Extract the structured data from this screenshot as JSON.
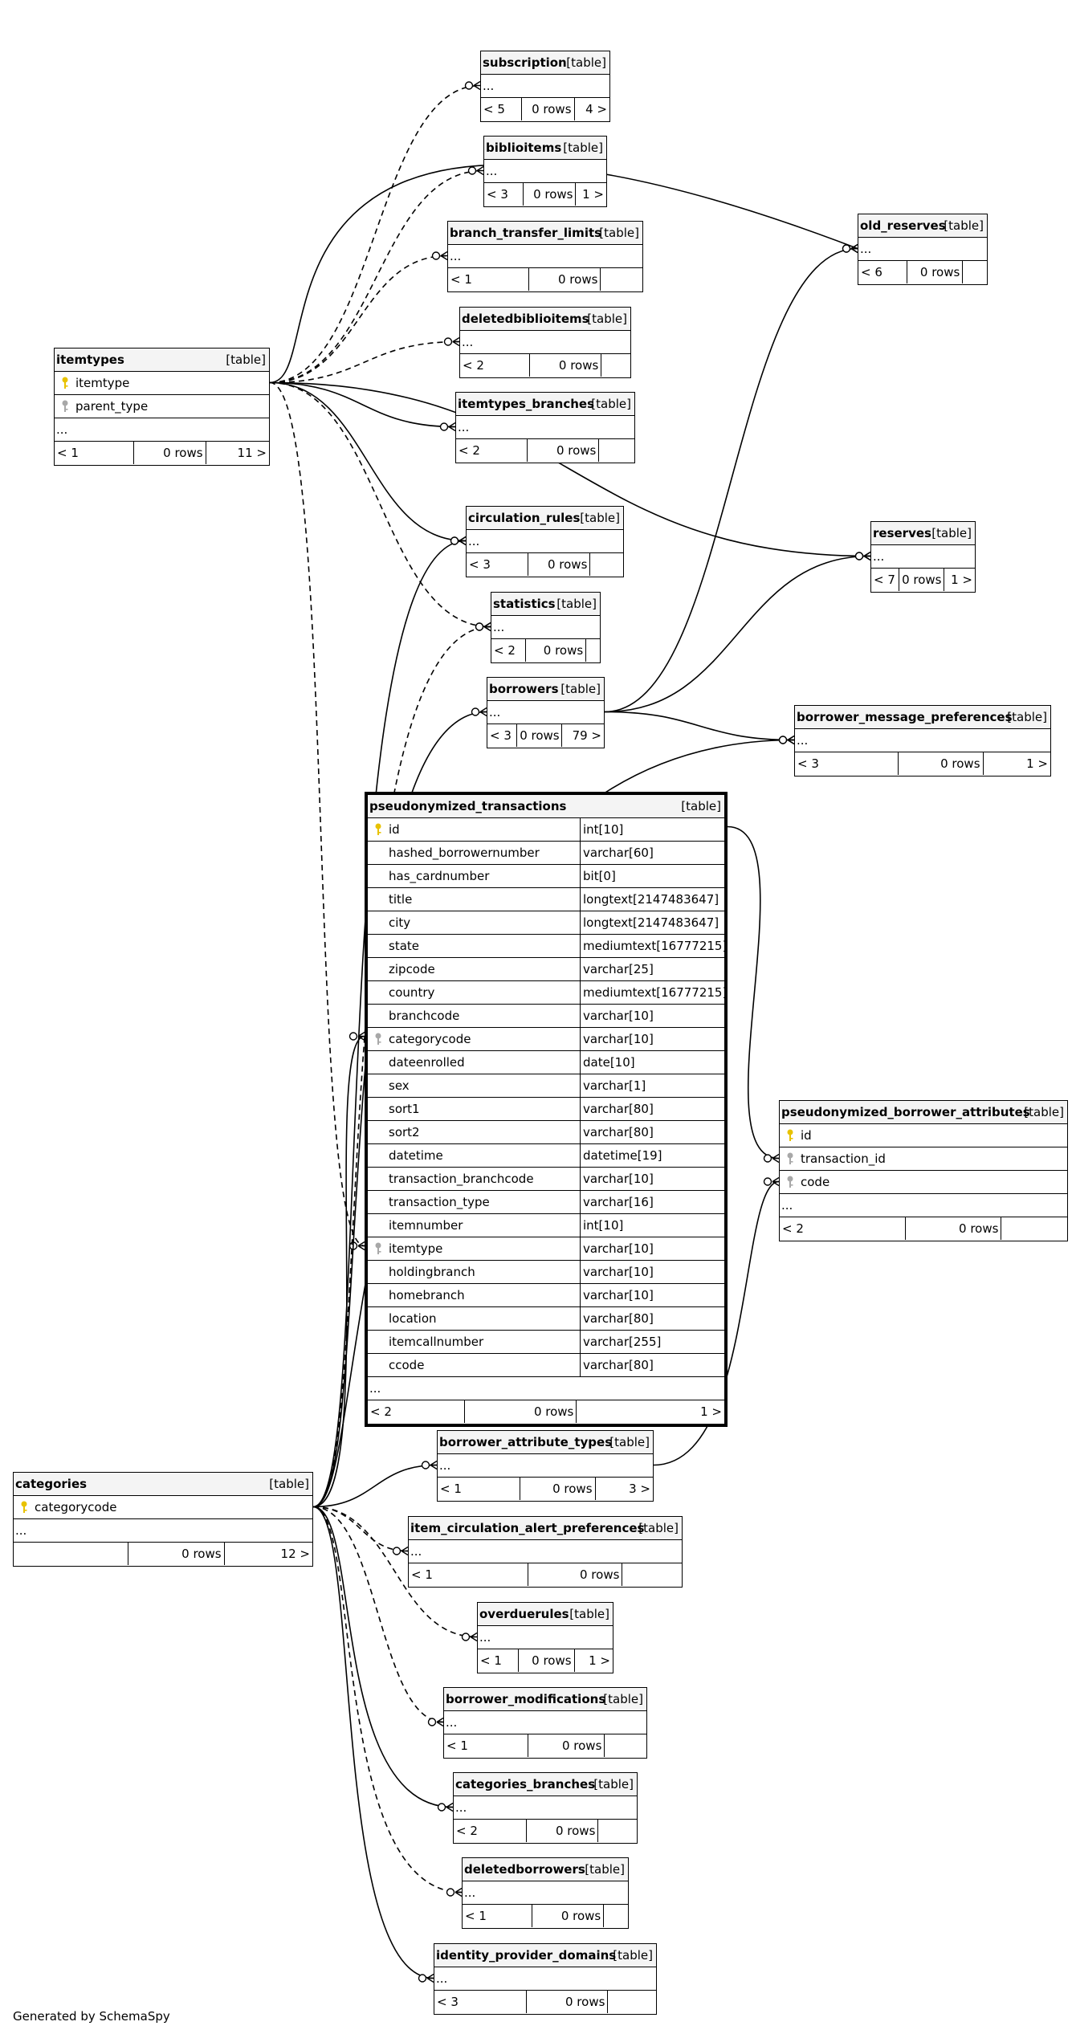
{
  "footer": "Generated by SchemaSpy",
  "table_type_label": "[table]",
  "more_label": "...",
  "tables": [
    {
      "id": "subscription",
      "name": "subscription",
      "stats": [
        "< 5",
        "0 rows",
        "4 >"
      ]
    },
    {
      "id": "biblioitems",
      "name": "biblioitems",
      "stats": [
        "< 3",
        "0 rows",
        "1 >"
      ]
    },
    {
      "id": "branch_transfer_limits",
      "name": "branch_transfer_limits",
      "stats": [
        "< 1",
        "0 rows",
        ""
      ]
    },
    {
      "id": "deletedbiblioitems",
      "name": "deletedbiblioitems",
      "stats": [
        "< 2",
        "0 rows",
        ""
      ]
    },
    {
      "id": "itemtypes_branches",
      "name": "itemtypes_branches",
      "stats": [
        "< 2",
        "0 rows",
        ""
      ]
    },
    {
      "id": "old_reserves",
      "name": "old_reserves",
      "stats": [
        "< 6",
        "0 rows",
        ""
      ]
    },
    {
      "id": "itemtypes",
      "name": "itemtypes",
      "columns": [
        {
          "name": "itemtype",
          "key": "pk"
        },
        {
          "name": "parent_type",
          "key": "fk"
        }
      ],
      "stats": [
        "< 1",
        "0 rows",
        "11 >"
      ]
    },
    {
      "id": "circulation_rules",
      "name": "circulation_rules",
      "stats": [
        "< 3",
        "0 rows",
        ""
      ]
    },
    {
      "id": "reserves",
      "name": "reserves",
      "stats": [
        "< 7",
        "0 rows",
        "1 >"
      ]
    },
    {
      "id": "statistics",
      "name": "statistics",
      "stats": [
        "< 2",
        "0 rows",
        ""
      ]
    },
    {
      "id": "borrowers",
      "name": "borrowers",
      "stats": [
        "< 3",
        "0 rows",
        "79 >"
      ]
    },
    {
      "id": "borrower_message_preferences",
      "name": "borrower_message_preferences",
      "stats": [
        "< 3",
        "0 rows",
        "1 >"
      ]
    },
    {
      "id": "pseudonymized_transactions",
      "name": "pseudonymized_transactions",
      "focus": true,
      "columns": [
        {
          "name": "id",
          "type": "int[10]",
          "key": "pk"
        },
        {
          "name": "hashed_borrowernumber",
          "type": "varchar[60]"
        },
        {
          "name": "has_cardnumber",
          "type": "bit[0]"
        },
        {
          "name": "title",
          "type": "longtext[2147483647]"
        },
        {
          "name": "city",
          "type": "longtext[2147483647]"
        },
        {
          "name": "state",
          "type": "mediumtext[16777215]"
        },
        {
          "name": "zipcode",
          "type": "varchar[25]"
        },
        {
          "name": "country",
          "type": "mediumtext[16777215]"
        },
        {
          "name": "branchcode",
          "type": "varchar[10]"
        },
        {
          "name": "categorycode",
          "type": "varchar[10]",
          "key": "fk"
        },
        {
          "name": "dateenrolled",
          "type": "date[10]"
        },
        {
          "name": "sex",
          "type": "varchar[1]"
        },
        {
          "name": "sort1",
          "type": "varchar[80]"
        },
        {
          "name": "sort2",
          "type": "varchar[80]"
        },
        {
          "name": "datetime",
          "type": "datetime[19]"
        },
        {
          "name": "transaction_branchcode",
          "type": "varchar[10]"
        },
        {
          "name": "transaction_type",
          "type": "varchar[16]"
        },
        {
          "name": "itemnumber",
          "type": "int[10]"
        },
        {
          "name": "itemtype",
          "type": "varchar[10]",
          "key": "fk"
        },
        {
          "name": "holdingbranch",
          "type": "varchar[10]"
        },
        {
          "name": "homebranch",
          "type": "varchar[10]"
        },
        {
          "name": "location",
          "type": "varchar[80]"
        },
        {
          "name": "itemcallnumber",
          "type": "varchar[255]"
        },
        {
          "name": "ccode",
          "type": "varchar[80]"
        }
      ],
      "stats": [
        "< 2",
        "0 rows",
        "1 >"
      ]
    },
    {
      "id": "pseudonymized_borrower_attributes",
      "name": "pseudonymized_borrower_attributes",
      "columns": [
        {
          "name": "id",
          "key": "pk"
        },
        {
          "name": "transaction_id",
          "key": "fk"
        },
        {
          "name": "code",
          "key": "fk"
        }
      ],
      "stats": [
        "< 2",
        "0 rows",
        ""
      ]
    },
    {
      "id": "borrower_attribute_types",
      "name": "borrower_attribute_types",
      "stats": [
        "< 1",
        "0 rows",
        "3 >"
      ]
    },
    {
      "id": "categories",
      "name": "categories",
      "columns": [
        {
          "name": "categorycode",
          "key": "pk"
        }
      ],
      "stats": [
        "",
        "0 rows",
        "12 >"
      ]
    },
    {
      "id": "item_circulation_alert_preferences",
      "name": "item_circulation_alert_preferences",
      "stats": [
        "< 1",
        "0 rows",
        ""
      ]
    },
    {
      "id": "overduerules",
      "name": "overduerules",
      "stats": [
        "< 1",
        "0 rows",
        "1 >"
      ]
    },
    {
      "id": "borrower_modifications",
      "name": "borrower_modifications",
      "stats": [
        "< 1",
        "0 rows",
        ""
      ]
    },
    {
      "id": "categories_branches",
      "name": "categories_branches",
      "stats": [
        "< 2",
        "0 rows",
        ""
      ]
    },
    {
      "id": "deletedborrowers",
      "name": "deletedborrowers",
      "stats": [
        "< 1",
        "0 rows",
        ""
      ]
    },
    {
      "id": "identity_provider_domains",
      "name": "identity_provider_domains",
      "stats": [
        "< 3",
        "0 rows",
        ""
      ]
    }
  ],
  "relationships": [
    {
      "from": "itemtypes",
      "to": "subscription",
      "style": "dashed"
    },
    {
      "from": "itemtypes",
      "to": "biblioitems",
      "style": "dashed"
    },
    {
      "from": "itemtypes",
      "to": "branch_transfer_limits",
      "style": "dashed"
    },
    {
      "from": "itemtypes",
      "to": "deletedbiblioitems",
      "style": "dashed"
    },
    {
      "from": "itemtypes",
      "to": "itemtypes_branches",
      "style": "solid"
    },
    {
      "from": "itemtypes",
      "to": "old_reserves",
      "style": "solid"
    },
    {
      "from": "itemtypes",
      "to": "circulation_rules",
      "style": "solid"
    },
    {
      "from": "itemtypes",
      "to": "reserves",
      "style": "solid"
    },
    {
      "from": "itemtypes",
      "to": "statistics",
      "style": "dashed"
    },
    {
      "from": "itemtypes",
      "to": "pseudonymized_transactions",
      "style": "dashed"
    },
    {
      "from": "borrowers",
      "to": "old_reserves",
      "style": "solid"
    },
    {
      "from": "borrowers",
      "to": "reserves",
      "style": "solid"
    },
    {
      "from": "borrowers",
      "to": "borrower_message_preferences",
      "style": "solid"
    },
    {
      "from": "pseudonymized_transactions",
      "to": "pseudonymized_borrower_attributes",
      "style": "solid"
    },
    {
      "from": "borrower_attribute_types",
      "to": "pseudonymized_borrower_attributes",
      "style": "solid"
    },
    {
      "from": "categories",
      "to": "borrower_attribute_types",
      "style": "solid"
    },
    {
      "from": "categories",
      "to": "item_circulation_alert_preferences",
      "style": "dashed"
    },
    {
      "from": "categories",
      "to": "overduerules",
      "style": "dashed"
    },
    {
      "from": "categories",
      "to": "borrower_modifications",
      "style": "dashed"
    },
    {
      "from": "categories",
      "to": "categories_branches",
      "style": "solid"
    },
    {
      "from": "categories",
      "to": "deletedborrowers",
      "style": "dashed"
    },
    {
      "from": "categories",
      "to": "identity_provider_domains",
      "style": "solid"
    },
    {
      "from": "categories",
      "to": "pseudonymized_transactions",
      "style": "solid"
    },
    {
      "from": "categories",
      "to": "borrowers",
      "style": "solid"
    },
    {
      "from": "categories",
      "to": "statistics",
      "style": "dashed"
    },
    {
      "from": "categories",
      "to": "circulation_rules",
      "style": "solid"
    },
    {
      "from": "categories",
      "to": "borrower_message_preferences",
      "style": "solid"
    }
  ]
}
